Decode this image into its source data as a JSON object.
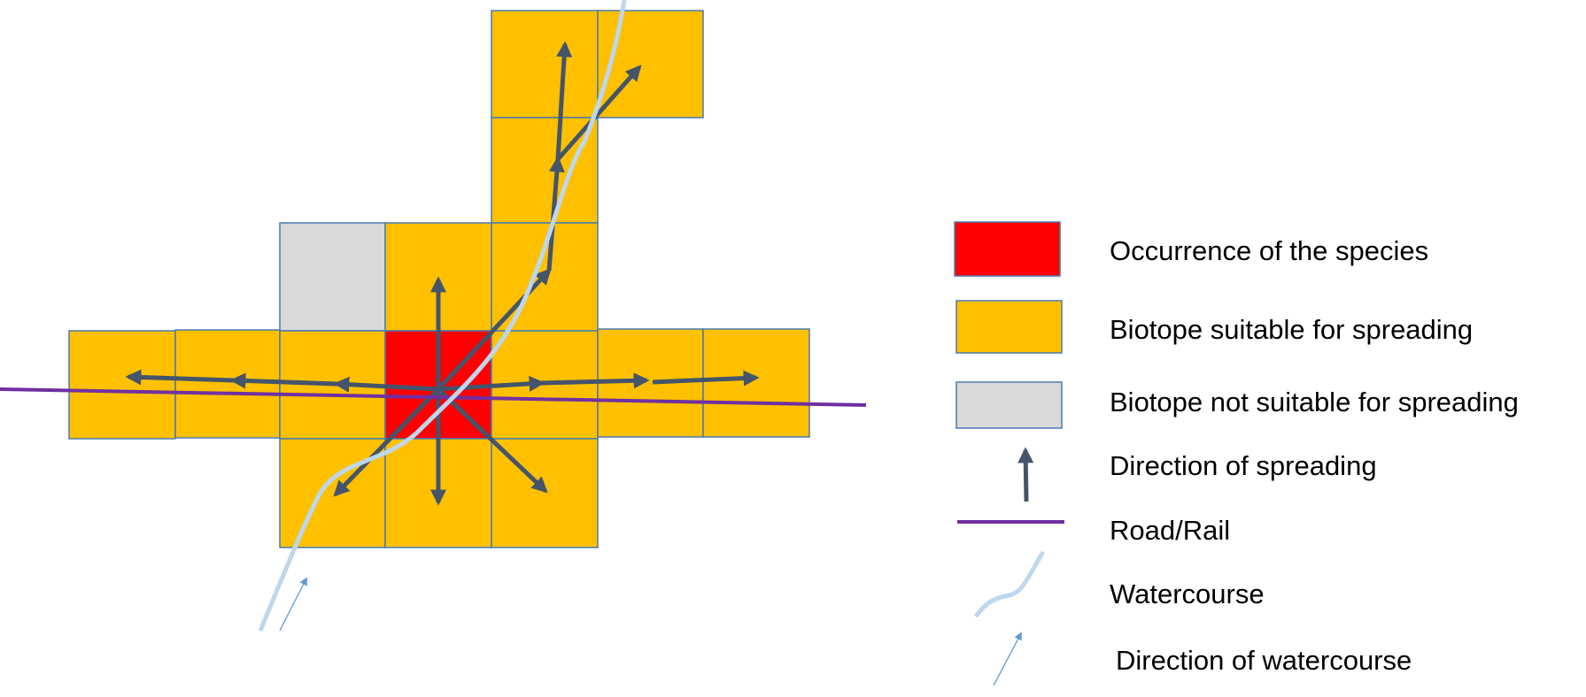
{
  "colors": {
    "occurrence": "#ff0000",
    "suitable": "#ffc000",
    "not_suitable": "#d9d9d9",
    "cell_border": "#4a7ab0",
    "spreading_arrow": "#44546a",
    "road_rail": "#7030a0",
    "watercourse": "#bdd7ee",
    "watercourse_direction": "#5b9bd5"
  },
  "legend": [
    {
      "key": "occurrence",
      "label": "Occurrence of the species",
      "symbol": "red-square"
    },
    {
      "key": "suitable",
      "label": "Biotope suitable for spreading",
      "symbol": "orange-square"
    },
    {
      "key": "not_suitable",
      "label": "Biotope not suitable for spreading",
      "symbol": "grey-square"
    },
    {
      "key": "spreading",
      "label": "Direction of spreading",
      "symbol": "dark-arrow"
    },
    {
      "key": "road",
      "label": "Road/Rail",
      "symbol": "purple-line"
    },
    {
      "key": "water",
      "label": "Watercourse",
      "symbol": "light-blue-curve"
    },
    {
      "key": "water_dir",
      "label": "Direction of watercourse",
      "symbol": "thin-blue-arrow"
    }
  ]
}
